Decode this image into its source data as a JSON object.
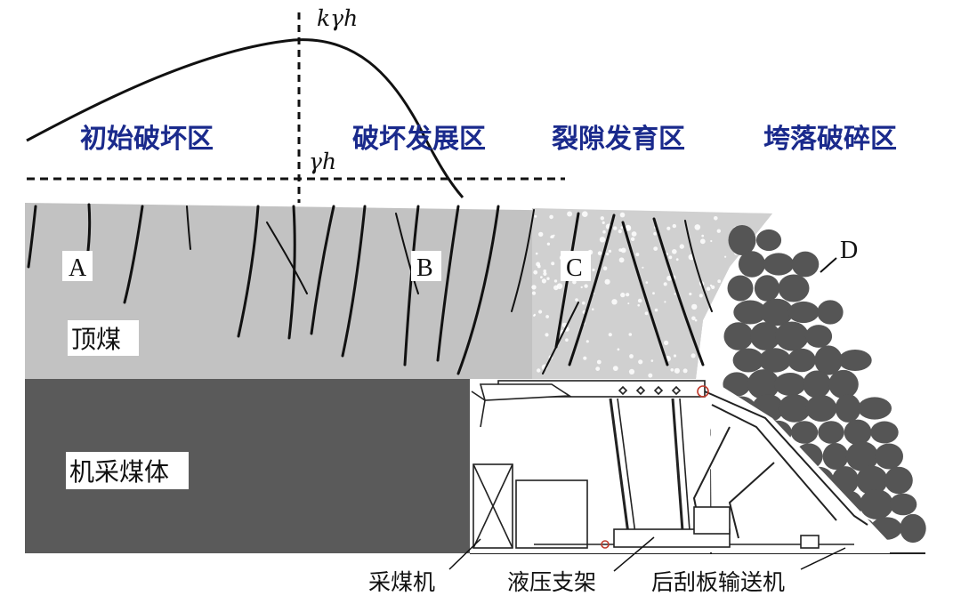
{
  "zones": {
    "initial": "初始破坏区",
    "development": "破坏发展区",
    "fracture": "裂隙发育区",
    "caving": "垮落破碎区"
  },
  "stress": {
    "peak": "kγh",
    "original": "γh"
  },
  "markers": {
    "a": "A",
    "b": "B",
    "c": "C",
    "d": "D"
  },
  "layers": {
    "top_coal": "顶煤",
    "mined_coal": "机采煤体"
  },
  "equipment": {
    "shearer": "采煤机",
    "support": "液压支架",
    "conveyor": "后刮板输送机"
  },
  "colors": {
    "zone_text": "#1a2a8c",
    "top_coal": "#c0c0c0",
    "mined_coal": "#595959",
    "fragments": "#555555"
  }
}
